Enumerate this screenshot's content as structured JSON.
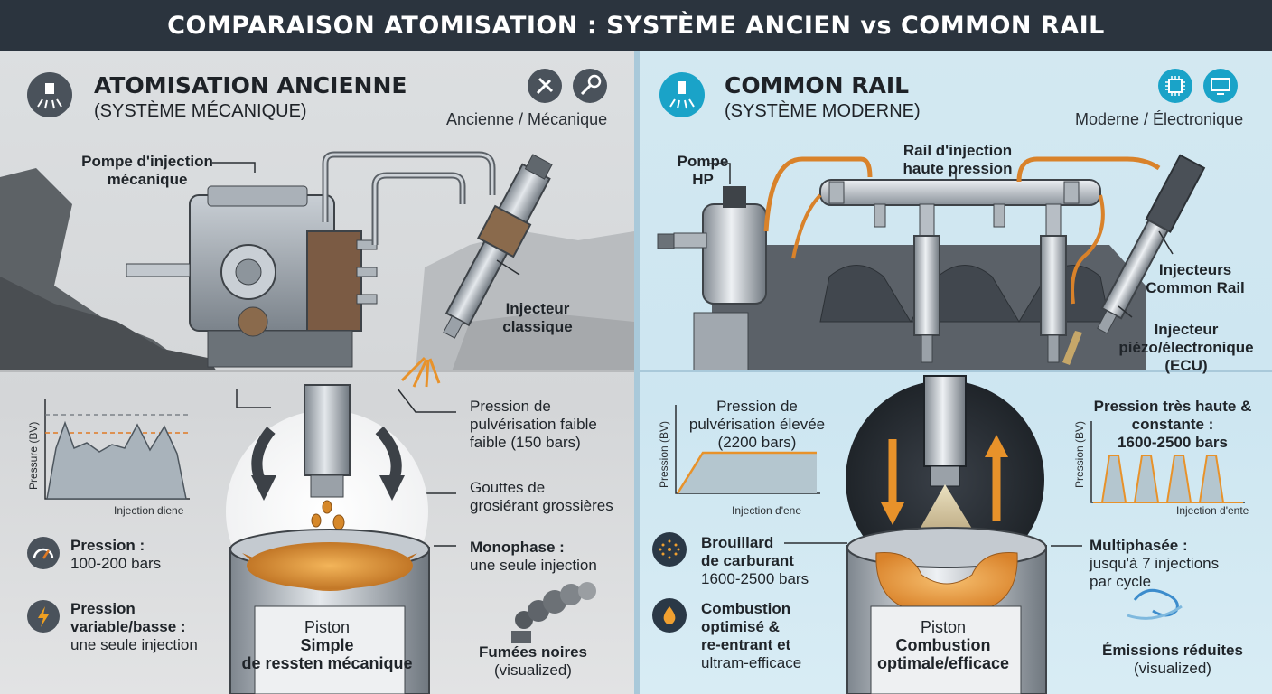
{
  "title": "COMPARAISON ATOMISATION : SYSTÈME ANCIEN vs COMMON RAIL",
  "left": {
    "title": "ATOMISATION ANCIENNE",
    "subtitle": "(SYSTÈME MÉCANIQUE)",
    "type_label": "Ancienne / Mécanique",
    "pump_label": [
      "Pompe d'injection",
      "mécanique"
    ],
    "injector_label": [
      "Injecteur",
      "classique"
    ],
    "pressure_label": [
      "Pression de",
      "pulvérisation faible",
      "faible (150 bars)"
    ],
    "drops_label": [
      "Gouttes de",
      "grosiérant grossières"
    ],
    "monophase_label": [
      "Monophase :",
      "une seule injection"
    ],
    "smoke_label": [
      "Fumées noires",
      "(visualized)"
    ],
    "chart": {
      "ylabel": "Pressure (BV)",
      "xlabel": "Injection diene"
    },
    "info1": {
      "title": "Pression :",
      "text": "100-200 bars"
    },
    "info2": {
      "title": [
        "Pression",
        "variable/basse :"
      ],
      "text": "une seule injection"
    },
    "piston_label": [
      "Piston",
      "Simple",
      "de ressten mécanique"
    ],
    "icons": [
      "spray-nozzle-icon",
      "wrench-screwdriver-icon",
      "wrench-gear-icon",
      "gauge-icon",
      "lightning-icon",
      "smoke-icon"
    ],
    "colors": {
      "accent": "#f0a020",
      "panel_bg": "#d9dbdd",
      "icon_bg": "#4a525b"
    }
  },
  "right": {
    "title": "COMMON RAIL",
    "subtitle": "(SYSTÈME MODERNE)",
    "type_label": "Moderne / Électronique",
    "pump_label": "Pompe HP",
    "rail_label": [
      "Rail d'injection",
      "haute pression"
    ],
    "injectors_label": [
      "Injecteurs",
      "Common Rail"
    ],
    "piezo_label": [
      "Injecteur",
      "piézo/électronique",
      "(ECU)"
    ],
    "pressure_label": [
      "Pression de",
      "pulvérisation élevée",
      "(2200 bars)"
    ],
    "pressure_const_label": [
      "Pression très haute &",
      "constante :",
      "1600-2500 bars"
    ],
    "chart1": {
      "ylabel": "Pression (BV)",
      "xlabel": "Injection d'ene"
    },
    "chart2": {
      "ylabel": "Pression (BV)",
      "xlabel": "Injection d'ente"
    },
    "fog_label": [
      "Brouillard",
      "de carburant",
      "1600-2500 bars"
    ],
    "multiphase_label": [
      "Multiphasée :",
      "jusqu'à 7 injections",
      "par cycle"
    ],
    "combustion_label": [
      "Combustion",
      "optimisé &",
      "re-entrant et",
      "ultram-efficace"
    ],
    "emissions_label": [
      "Émissions réduites",
      "(visualized)"
    ],
    "piston_label": [
      "Piston",
      "Combustion",
      "optimale/efficace"
    ],
    "icons": [
      "spray-nozzle-icon",
      "chip-icon",
      "monitor-icon",
      "fuel-mist-icon",
      "flame-drop-icon",
      "clean-air-icon"
    ],
    "colors": {
      "accent": "#f0a030",
      "panel_bg": "#d0e7f1",
      "icon_bg": "#1aa3c8"
    }
  }
}
